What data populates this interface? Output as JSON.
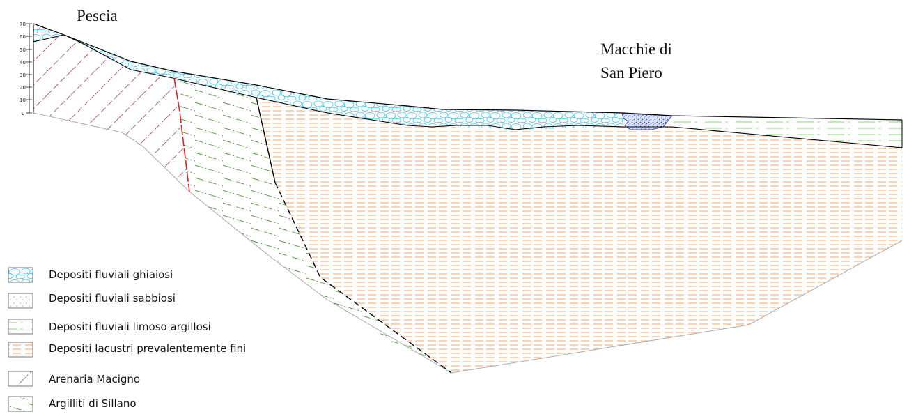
{
  "places": {
    "left": "Pescia",
    "right_line1": "Macchie di",
    "right_line2": "San Piero"
  },
  "scale": {
    "ticks": [
      "70",
      "60",
      "50",
      "40",
      "30",
      "20",
      "10",
      "0"
    ]
  },
  "legend": [
    {
      "label": "Depositi fluviali ghiaiosi",
      "pattern": "gravel",
      "color": "#33c3e8"
    },
    {
      "label": "Depositi fluviali sabbiosi",
      "pattern": "sand",
      "color": "#3355cc"
    },
    {
      "label": "Depositi fluviali limoso argillosi",
      "pattern": "silt",
      "color": "#8cd47a"
    },
    {
      "label": "Depositi lacustri prevalentemente fini",
      "pattern": "lake",
      "color": "#f2a86a"
    },
    {
      "label": "Arenaria Macigno",
      "pattern": "macigno",
      "color": "#a05a5a"
    },
    {
      "label": "Argilliti di Sillano",
      "pattern": "sillano",
      "color": "#4a8c3a"
    }
  ],
  "colors": {
    "fault": "#e02020",
    "outline": "#000000"
  }
}
